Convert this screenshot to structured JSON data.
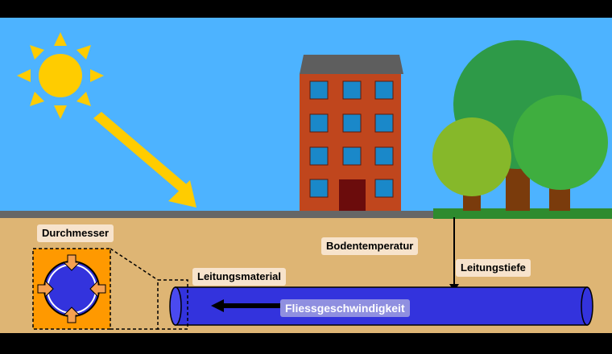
{
  "labels": {
    "diameter": "Durchmesser",
    "soil_temperature": "Bodentemperatur",
    "pipe_material": "Leitungsmaterial",
    "pipe_depth": "Leitungstiefe",
    "flow_speed": "Fliessgeschwindigkeit"
  },
  "colors": {
    "sky": "#4db3ff",
    "ground": "#deb574",
    "surface": "#666666",
    "grass": "#2e8b2e",
    "sun": "#ffcc00",
    "brick": "#c0461d",
    "roof": "#5e5e5e",
    "window": "#1a88c9",
    "door": "#6b0c0c",
    "tree_dark": "#2e9a48",
    "tree_mid": "#3fae3f",
    "tree_light": "#86b82a",
    "trunk": "#7a3b0c",
    "pipe": "#3333dd",
    "detail_box": "#ff9900",
    "label_bg": "#f7e3cc",
    "flow_label_bg": "#8f8fe0"
  }
}
